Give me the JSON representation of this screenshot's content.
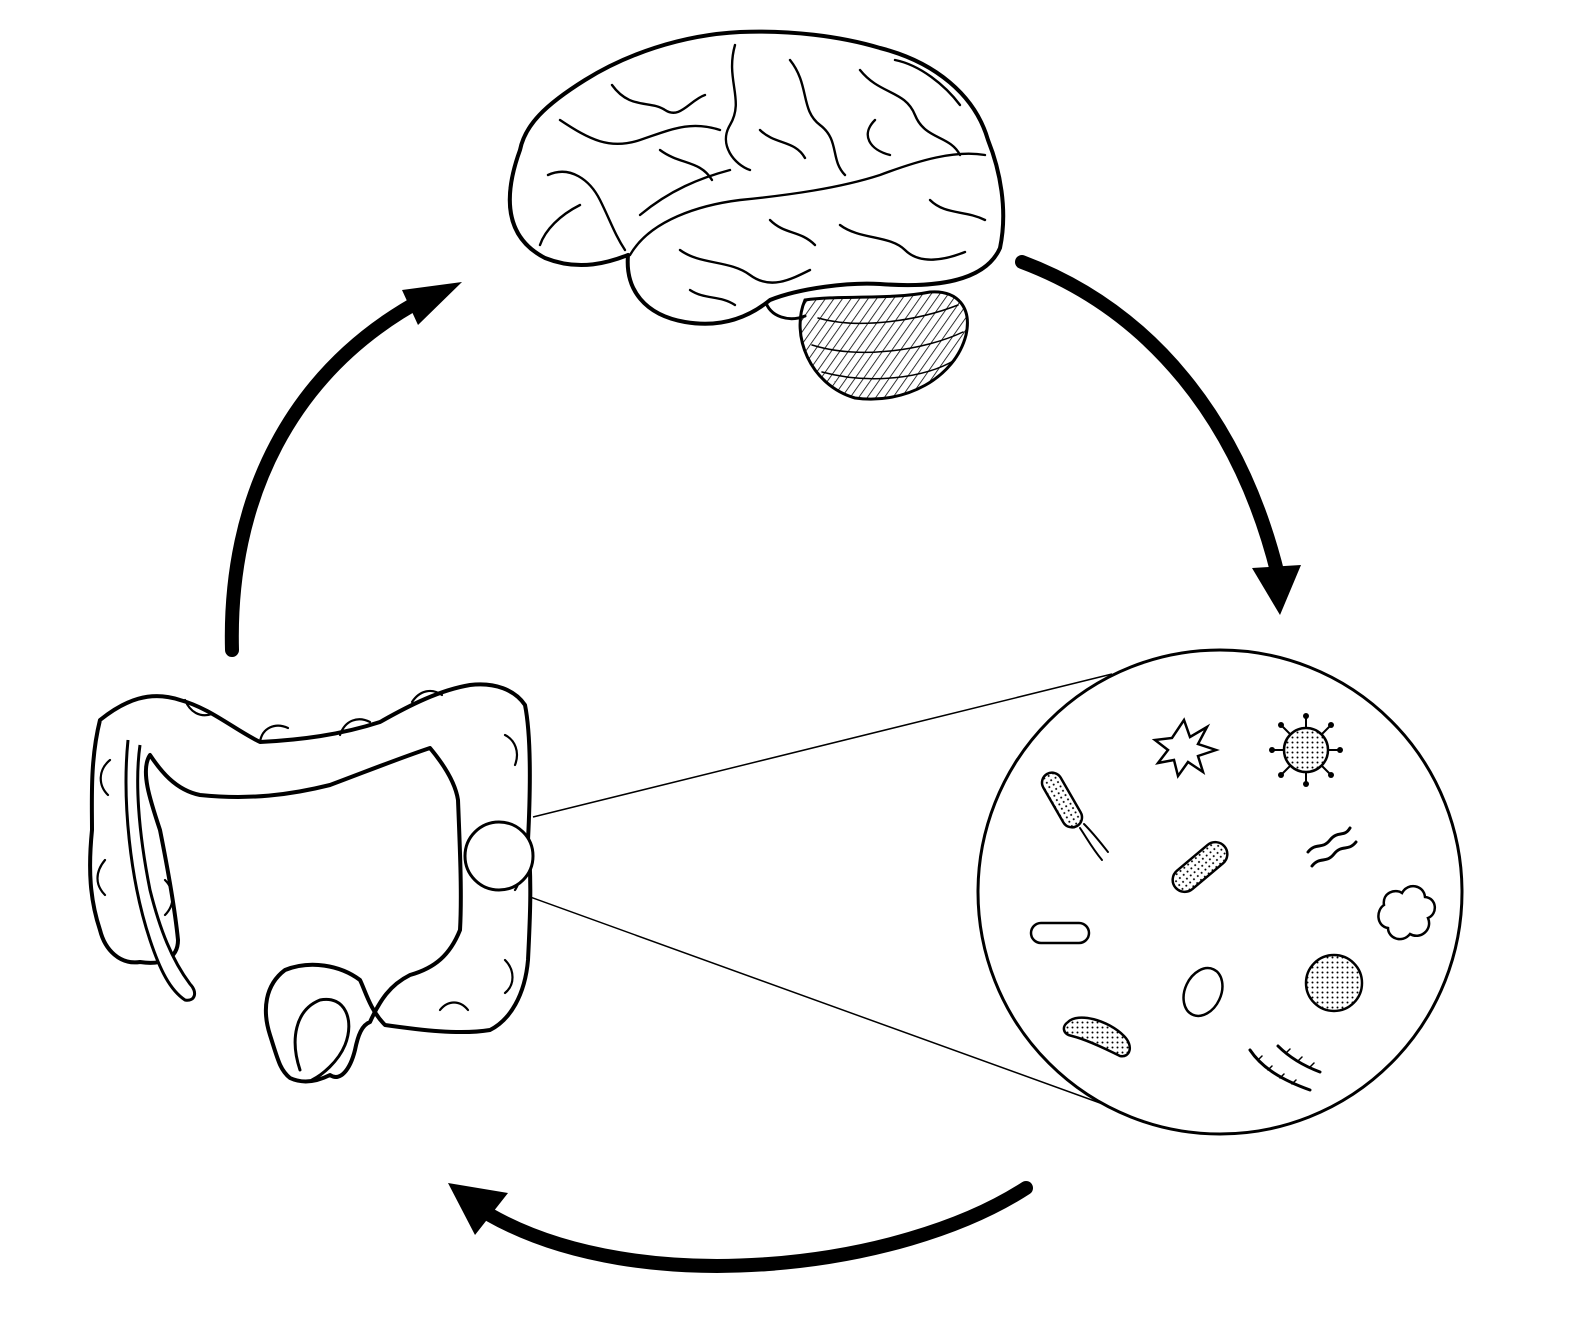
{
  "diagram": {
    "type": "cycle",
    "direction": "clockwise",
    "nodes": [
      {
        "id": "brain",
        "icon": "brain-icon",
        "label": ""
      },
      {
        "id": "microbiota",
        "icon": "microbes-magnified-icon",
        "label": ""
      },
      {
        "id": "intestine",
        "icon": "large-intestine-icon",
        "label": ""
      }
    ],
    "edges": [
      {
        "from": "brain",
        "to": "microbiota",
        "icon": "arrow-icon"
      },
      {
        "from": "microbiota",
        "to": "intestine",
        "icon": "arrow-icon"
      },
      {
        "from": "intestine",
        "to": "brain",
        "icon": "arrow-icon"
      }
    ],
    "microbes": [
      "rod-bacterium-icon",
      "star-shaped-microbe-icon",
      "virus-icon",
      "flagellated-bacterium-icon",
      "bacillus-icon",
      "spirillum-icon",
      "capsule-bacterium-icon",
      "fungal-cell-icon",
      "coccus-icon",
      "spiked-coccus-icon",
      "vibrio-icon",
      "streptococcus-chain-icon"
    ],
    "colors": {
      "ink": "#000000",
      "background": "#ffffff"
    }
  }
}
